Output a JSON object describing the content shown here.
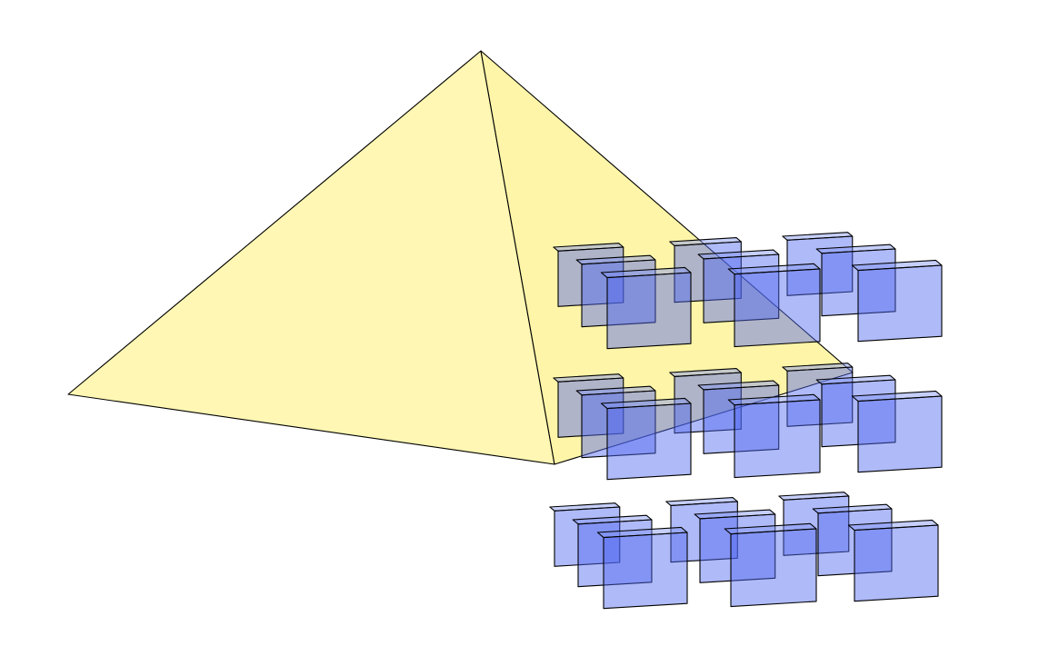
{
  "diagram": {
    "description_kind": "3d-illustration",
    "pyramid": {
      "fill_left": "#fff7b3",
      "fill_right": "#fff5a8",
      "stroke": "#000000"
    },
    "cube_grid": {
      "rows": 3,
      "columns": 3,
      "depth_layers": 3,
      "cube_face_colors": {
        "front": "#4d66f0",
        "top": "#8095f5",
        "side": "#2f49dd"
      },
      "cube_opacity": 0.45,
      "stroke": "#000000"
    }
  }
}
